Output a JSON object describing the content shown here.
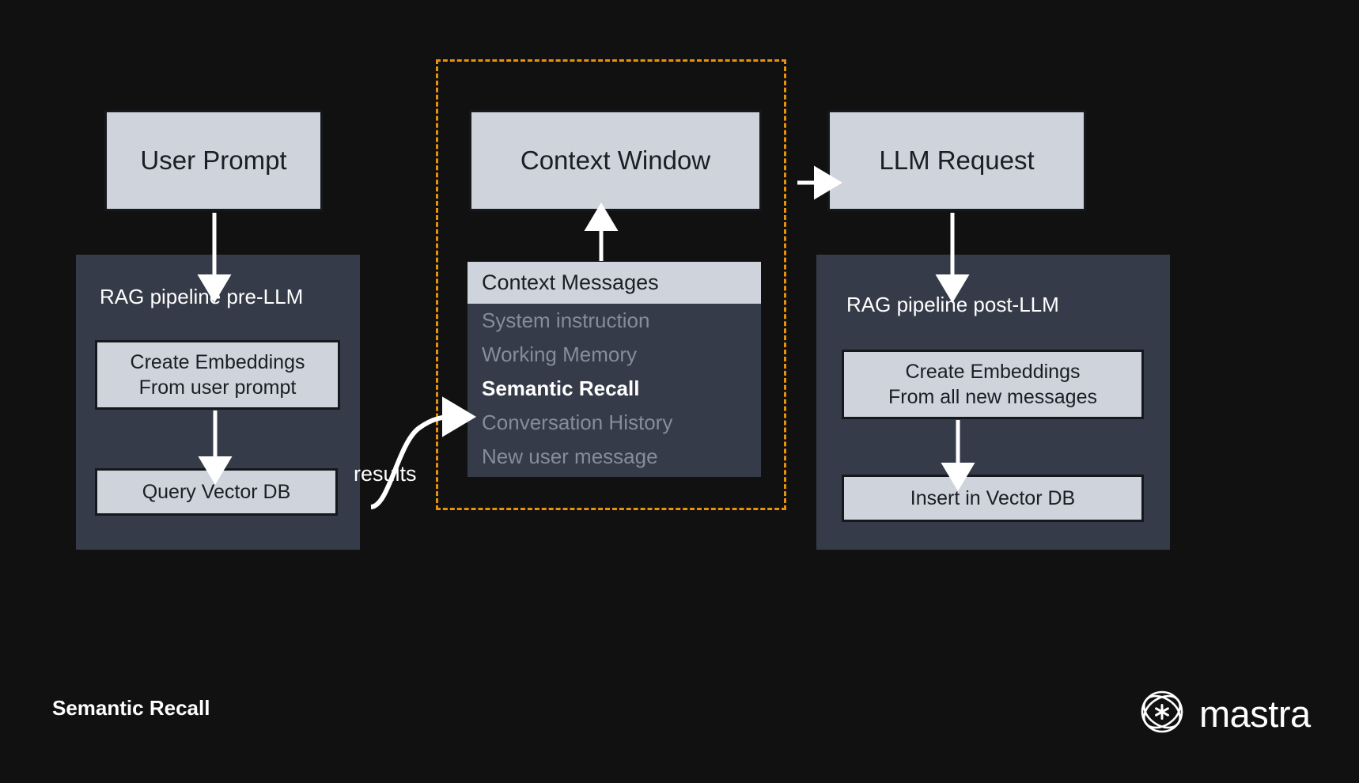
{
  "diagram": {
    "title": "Semantic Recall",
    "background_color": "#111111",
    "accent_color": "#e8910c",
    "box_fill": "#ced3dc",
    "panel_fill": "#353b48",
    "muted_text_color": "#868d99"
  },
  "nodes": {
    "user_prompt": "User Prompt",
    "context_window": "Context Window",
    "llm_request": "LLM Request"
  },
  "pre_pipeline": {
    "title": "RAG pipeline pre-LLM",
    "steps": [
      {
        "line1": "Create Embeddings",
        "line2": "From user prompt"
      },
      {
        "line1": "Query Vector DB",
        "line2": ""
      }
    ]
  },
  "post_pipeline": {
    "title": "RAG pipeline post-LLM",
    "steps": [
      {
        "line1": "Create Embeddings",
        "line2": "From all new messages"
      },
      {
        "line1": "Insert in Vector DB",
        "line2": ""
      }
    ]
  },
  "context_messages": {
    "header": "Context Messages",
    "items": [
      {
        "label": "System instruction",
        "active": false
      },
      {
        "label": "Working Memory",
        "active": false
      },
      {
        "label": "Semantic Recall",
        "active": true
      },
      {
        "label": "Conversation History",
        "active": false
      },
      {
        "label": "New user message",
        "active": false
      }
    ]
  },
  "edges": {
    "results_label": "results"
  },
  "footer": {
    "caption": "Semantic Recall",
    "brand": "mastra",
    "brand_icon": "mastra-orb-icon"
  }
}
